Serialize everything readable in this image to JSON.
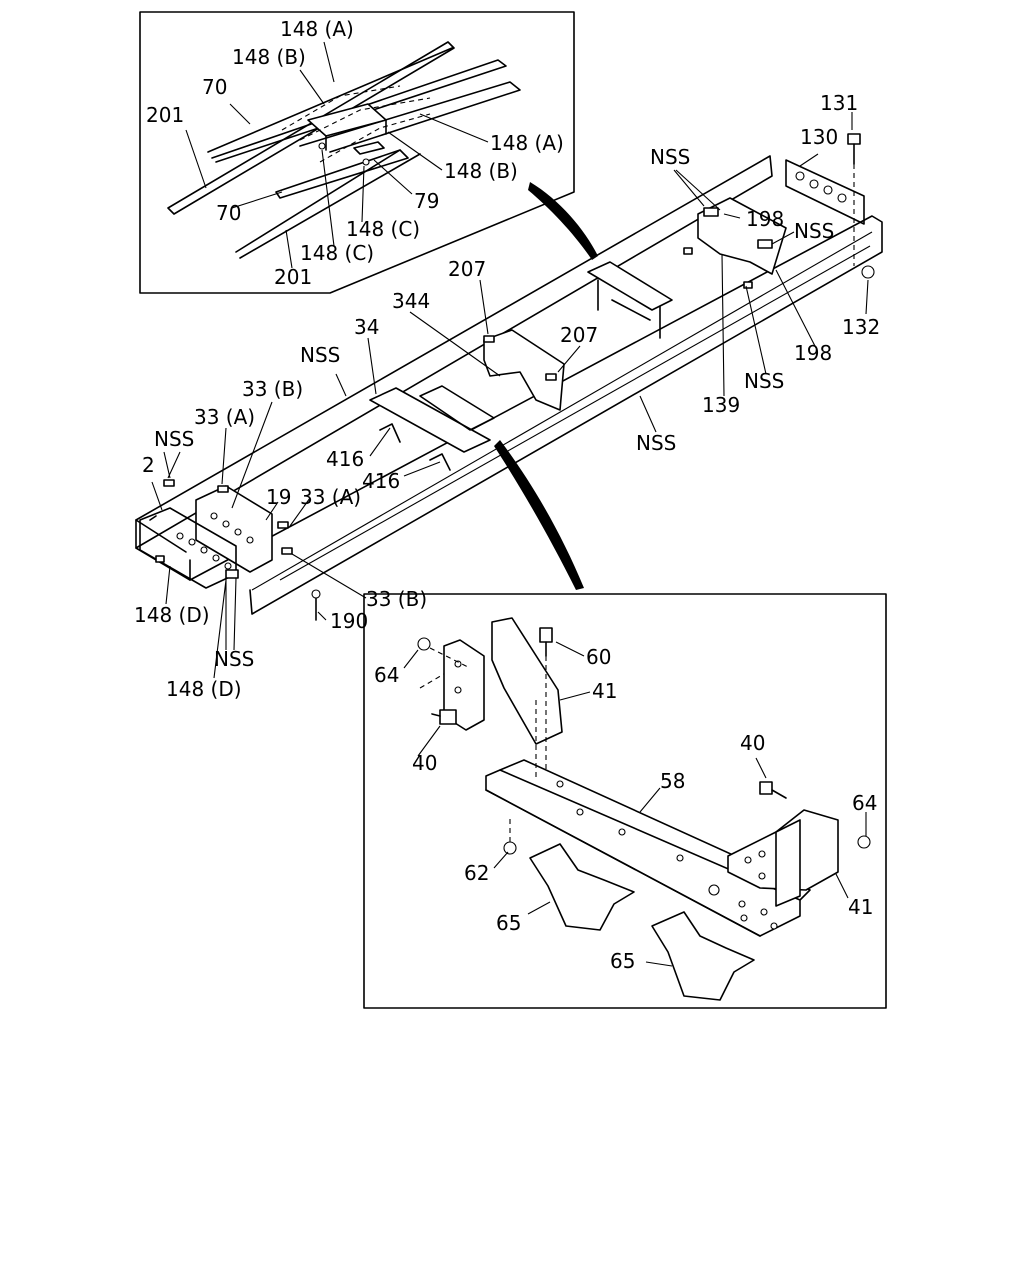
{
  "inset_top_labels": [
    "148 (A)",
    "148 (B)",
    "70",
    "201",
    "148 (A)",
    "148 (B)",
    "79",
    "70",
    "148 (C)",
    "148 (C)",
    "201"
  ],
  "main_labels": [
    "NSS",
    "198",
    "NSS",
    "131",
    "130",
    "132",
    "198",
    "NSS",
    "139",
    "NSS",
    "207",
    "344",
    "207",
    "34",
    "NSS",
    "33 (B)",
    "33 (A)",
    "NSS",
    "2",
    "416",
    "416",
    "19",
    "33 (A)",
    "33 (B)",
    "190",
    "148 (D)",
    "NSS",
    "148 (D)"
  ],
  "inset_bottom_labels": [
    "64",
    "60",
    "41",
    "40",
    "40",
    "58",
    "64",
    "62",
    "41",
    "65",
    "65"
  ]
}
